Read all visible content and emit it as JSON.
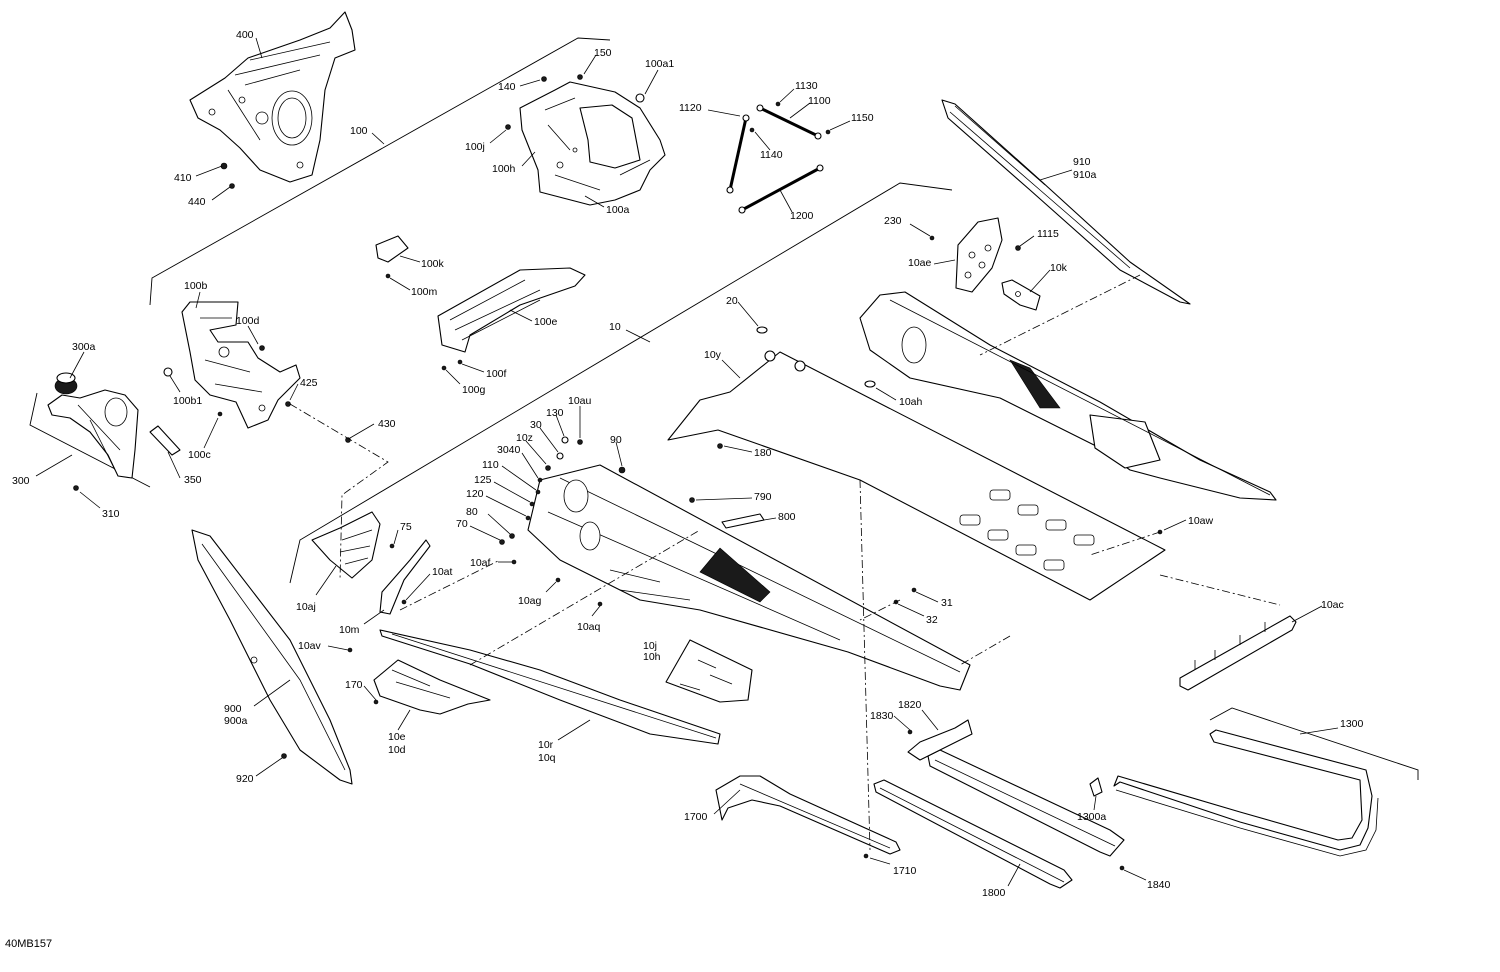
{
  "figure_code": "40MB157",
  "callouts": [
    {
      "id": "c400",
      "text": "400"
    },
    {
      "id": "c100",
      "text": "100"
    },
    {
      "id": "c410",
      "text": "410"
    },
    {
      "id": "c440",
      "text": "440"
    },
    {
      "id": "c150",
      "text": "150"
    },
    {
      "id": "c140",
      "text": "140"
    },
    {
      "id": "c100a1",
      "text": "100a1"
    },
    {
      "id": "c100j",
      "text": "100j"
    },
    {
      "id": "c100h",
      "text": "100h"
    },
    {
      "id": "c100a",
      "text": "100a"
    },
    {
      "id": "c1120",
      "text": "1120"
    },
    {
      "id": "c1130",
      "text": "1130"
    },
    {
      "id": "c1100",
      "text": "1100"
    },
    {
      "id": "c1150",
      "text": "1150"
    },
    {
      "id": "c1140",
      "text": "1140"
    },
    {
      "id": "c1200",
      "text": "1200"
    },
    {
      "id": "c910",
      "text": "910"
    },
    {
      "id": "c910a",
      "text": "910a"
    },
    {
      "id": "c230",
      "text": "230"
    },
    {
      "id": "c1115",
      "text": "1115"
    },
    {
      "id": "c10ae",
      "text": "10ae"
    },
    {
      "id": "c10k",
      "text": "10k"
    },
    {
      "id": "c100k",
      "text": "100k"
    },
    {
      "id": "c100m",
      "text": "100m"
    },
    {
      "id": "c100e",
      "text": "100e"
    },
    {
      "id": "c100f",
      "text": "100f"
    },
    {
      "id": "c100g",
      "text": "100g"
    },
    {
      "id": "c100b",
      "text": "100b"
    },
    {
      "id": "c100d",
      "text": "100d"
    },
    {
      "id": "c100b1",
      "text": "100b1"
    },
    {
      "id": "c425",
      "text": "425"
    },
    {
      "id": "c100c",
      "text": "100c"
    },
    {
      "id": "c430",
      "text": "430"
    },
    {
      "id": "c300a",
      "text": "300a"
    },
    {
      "id": "c300",
      "text": "300"
    },
    {
      "id": "c350",
      "text": "350"
    },
    {
      "id": "c310",
      "text": "310"
    },
    {
      "id": "c20",
      "text": "20"
    },
    {
      "id": "c10",
      "text": "10"
    },
    {
      "id": "c10y",
      "text": "10y"
    },
    {
      "id": "c10ah",
      "text": "10ah"
    },
    {
      "id": "c10au",
      "text": "10au"
    },
    {
      "id": "c130",
      "text": "130"
    },
    {
      "id": "c30",
      "text": "30"
    },
    {
      "id": "c10z",
      "text": "10z"
    },
    {
      "id": "c90",
      "text": "90"
    },
    {
      "id": "c180",
      "text": "180"
    },
    {
      "id": "c3040",
      "text": "3040"
    },
    {
      "id": "c110",
      "text": "110"
    },
    {
      "id": "c125",
      "text": "125"
    },
    {
      "id": "c120",
      "text": "120"
    },
    {
      "id": "c80",
      "text": "80"
    },
    {
      "id": "c70",
      "text": "70"
    },
    {
      "id": "c10af",
      "text": "10af"
    },
    {
      "id": "c790",
      "text": "790"
    },
    {
      "id": "c800",
      "text": "800"
    },
    {
      "id": "c10aw",
      "text": "10aw"
    },
    {
      "id": "c75",
      "text": "75"
    },
    {
      "id": "c10aj",
      "text": "10aj"
    },
    {
      "id": "c10at",
      "text": "10at"
    },
    {
      "id": "c10m",
      "text": "10m"
    },
    {
      "id": "c10av",
      "text": "10av"
    },
    {
      "id": "c10ag",
      "text": "10ag"
    },
    {
      "id": "c10aq",
      "text": "10aq"
    },
    {
      "id": "c31",
      "text": "31"
    },
    {
      "id": "c32",
      "text": "32"
    },
    {
      "id": "c10ac",
      "text": "10ac"
    },
    {
      "id": "c10j",
      "text": "10j"
    },
    {
      "id": "c10h",
      "text": "10h"
    },
    {
      "id": "c170",
      "text": "170"
    },
    {
      "id": "c900",
      "text": "900"
    },
    {
      "id": "c900a",
      "text": "900a"
    },
    {
      "id": "c10e",
      "text": "10e"
    },
    {
      "id": "c10d",
      "text": "10d"
    },
    {
      "id": "c10r",
      "text": "10r"
    },
    {
      "id": "c10q",
      "text": "10q"
    },
    {
      "id": "c920",
      "text": "920"
    },
    {
      "id": "c1830",
      "text": "1830"
    },
    {
      "id": "c1820",
      "text": "1820"
    },
    {
      "id": "c1300",
      "text": "1300"
    },
    {
      "id": "c1700",
      "text": "1700"
    },
    {
      "id": "c1300a",
      "text": "1300a"
    },
    {
      "id": "c1710",
      "text": "1710"
    },
    {
      "id": "c1800",
      "text": "1800"
    },
    {
      "id": "c1840",
      "text": "1840"
    }
  ]
}
